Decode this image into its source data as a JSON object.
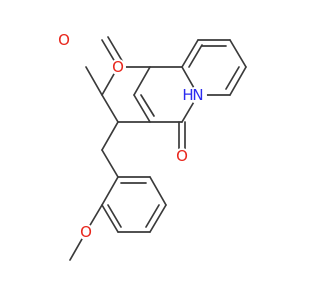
{
  "molecule": {
    "atoms": {
      "ring_oxygen": {
        "symbol": "O",
        "color": "#e8261c"
      },
      "lactone_carbonyl_oxygen": {
        "symbol": "O",
        "color": "#e8261c"
      },
      "lactam_carbonyl_oxygen": {
        "symbol": "O",
        "color": "#e8261c"
      },
      "methoxy_oxygen": {
        "symbol": "O",
        "color": "#e8261c"
      },
      "lactam_nitrogen": {
        "symbol": "N",
        "color": "#2b2bf0"
      },
      "lactam_hydrogen": {
        "symbol": "H",
        "color": "#2b2bf0"
      }
    },
    "bond_color": "#3a3a3a"
  }
}
